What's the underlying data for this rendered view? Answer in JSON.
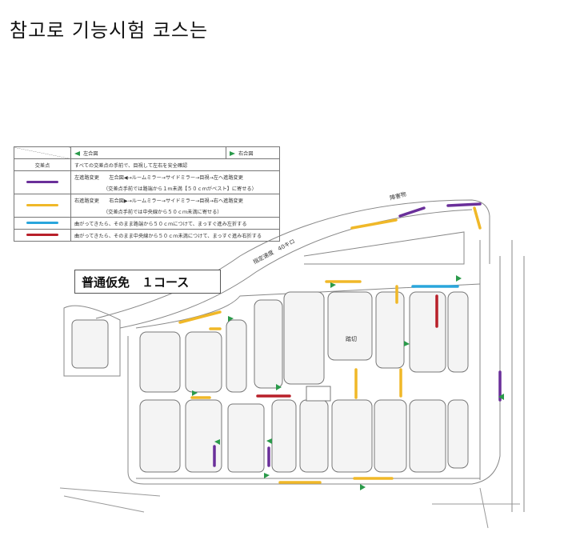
{
  "title": "참고로 기능시험 코스는",
  "legend": {
    "left_signal": "左合図",
    "right_signal": "右合図",
    "rows": [
      {
        "key": "交差点",
        "text": "すべての交差点の手前で、目視して左右を安全確認"
      },
      {
        "color": "#6a2f9a",
        "text": "左進路変更　　左合図◀→ルームミラー→サイドミラー→目視→左へ進路変更",
        "note": "（交差点手前では路端から１m未満【５０ｃｍがベスト】に寄せる）"
      },
      {
        "color": "#f0b828",
        "text": "右進路変更　　右合図▶→ルームミラー→サイドミラー→目視→右へ進路変更",
        "note": "（交差点手前では中央線から５０ｃｍ未満に寄せる）"
      },
      {
        "color": "#2aa6dc",
        "text": "曲がってきたら、そのまま路端から５０ｃｍにつけて、まっすぐ進み左折する"
      },
      {
        "color": "#b8202a",
        "text": "曲がってきたら、そのまま中央線から５０ｃｍ未満につけて、まっすぐ進み右折する"
      }
    ]
  },
  "course_label": "普通仮免　１コース",
  "map": {
    "speed_label": "指定速度　40キロ",
    "obstacle_label": "障害物",
    "crossing_label": "踏切"
  }
}
